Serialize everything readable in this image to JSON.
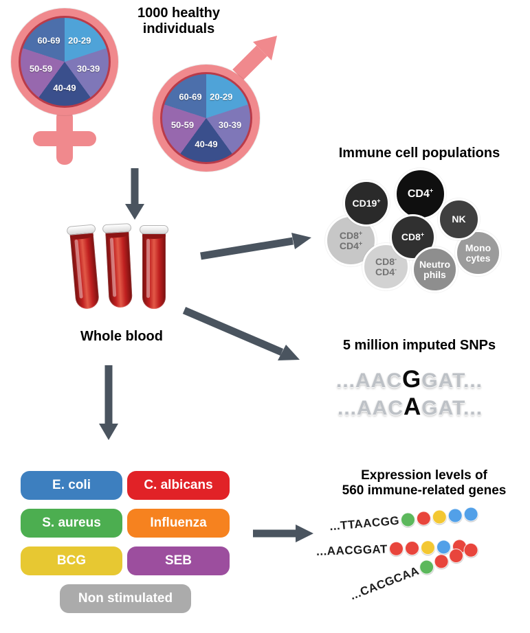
{
  "figure": {
    "cohort_title_line1": "1000 healthy",
    "cohort_title_line2": "individuals"
  },
  "demographics": {
    "age_groups": [
      "20-29",
      "30-39",
      "40-49",
      "50-59",
      "60-69"
    ],
    "segment_colors": [
      "#4FA3D8",
      "#7F77B8",
      "#3A4F8C",
      "#9768AE",
      "#4C6FAB"
    ],
    "symbol_color": "#F0898D"
  },
  "blood": {
    "label": "Whole blood",
    "color": "#C02020"
  },
  "immune_cells": {
    "title": "Immune cell populations",
    "cells": [
      {
        "line1": "CD19",
        "sup1": "+",
        "bg": "#2A2A2A",
        "fg": "#FFFFFF"
      },
      {
        "line1": "CD4",
        "sup1": "+",
        "bg": "#0F0F0F",
        "fg": "#FFFFFF"
      },
      {
        "line1": "NK",
        "bg": "#3F3F3F",
        "fg": "#FFFFFF"
      },
      {
        "line1": "CD8",
        "sup1": "+",
        "bg": "#303030",
        "fg": "#FFFFFF"
      },
      {
        "line1": "CD8",
        "sup1": "+",
        "line2": "CD4",
        "sup2": "+",
        "bg": "#C7C7C7",
        "fg": "#6F6F6F"
      },
      {
        "line1": "CD8",
        "sup1": "-",
        "line2": "CD4",
        "sup2": "-",
        "bg": "#D2D2D2",
        "fg": "#737373"
      },
      {
        "line1": "Neutro",
        "line2": "phils",
        "bg": "#8E8E8E",
        "fg": "#FFFFFF"
      },
      {
        "line1": "Mono",
        "line2": "cytes",
        "bg": "#9B9B9B",
        "fg": "#FFFFFF"
      }
    ]
  },
  "snps": {
    "title": "5 million imputed SNPs",
    "lines": [
      {
        "pre": "...AAC",
        "variant": "G",
        "post": "GAT..."
      },
      {
        "pre": "...AAC",
        "variant": "A",
        "post": "GAT..."
      }
    ]
  },
  "stimulations": [
    {
      "label": "E. coli",
      "color": "#3D7FBF"
    },
    {
      "label": "C. albicans",
      "color": "#E12227"
    },
    {
      "label": "S. aureus",
      "color": "#4CAE50"
    },
    {
      "label": "Influenza",
      "color": "#F6821F"
    },
    {
      "label": "BCG",
      "color": "#E7C832"
    },
    {
      "label": "SEB",
      "color": "#9C4E9E"
    },
    {
      "label": "Non stimulated",
      "color": "#ABABAB"
    }
  ],
  "expression": {
    "title_line1": "Expression levels of",
    "title_line2": "560 immune-related genes",
    "sequences": [
      {
        "text": "...TTAACGG",
        "beads": [
          "#5CB85C",
          "#E8453C",
          "#F3C732",
          "#52A0E8",
          "#52A0E8"
        ]
      },
      {
        "text": "...AACGGAT",
        "beads": [
          "#E8453C",
          "#E8453C",
          "#F3C732",
          "#52A0E8",
          "#E8453C"
        ]
      },
      {
        "text": "...CACGCAA",
        "beads": [
          "#5CB85C",
          "#E8453C",
          "#E8453C",
          "#E8453C"
        ]
      }
    ]
  }
}
